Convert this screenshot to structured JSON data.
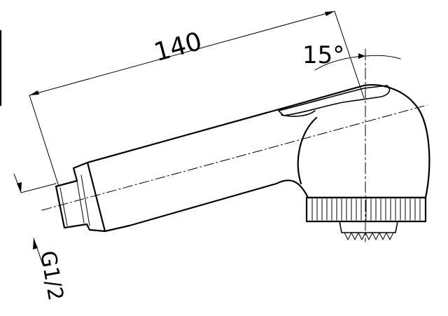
{
  "drawing": {
    "length_label": "140",
    "angle_label": "15°",
    "thread_label": "G1/2"
  }
}
